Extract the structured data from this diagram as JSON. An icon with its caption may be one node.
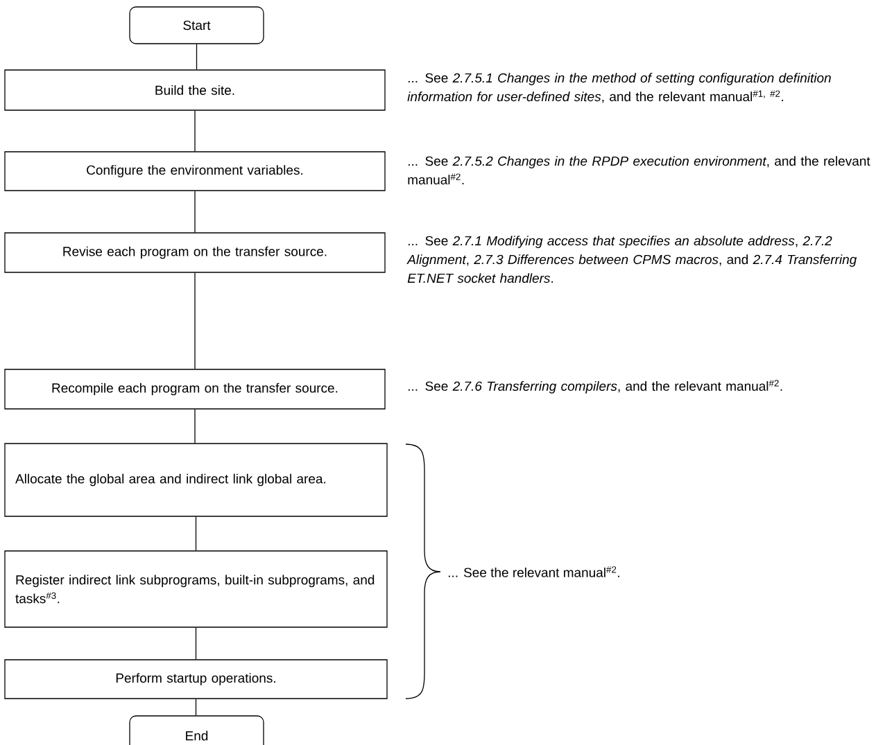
{
  "diagram": {
    "nodes": [
      {
        "text": [
          "Start"
        ]
      },
      {
        "text": [
          "Build the site."
        ],
        "beside": [
          "... See *2.7.5.1 Changes in the method of setting configuration definition information for user-defined sites*, and the relevant manual$^{#1, #2}$."
        ]
      },
      {
        "text": [
          "Configure the environment variables."
        ],
        "beside": [
          "... See *2.7.5.2 Changes in the RPDP execution environment*, and the relevant manual$^{#2}$."
        ]
      },
      {
        "text": [
          "Revise each program on the transfer source."
        ],
        "beside": [
          "... See *2.7.1 Modifying access that specifies an absolute address*, *2.7.2 Alignment*, *2.7.3 Differences between CPMS macros*, and *2.7.4 Transferring ET.NET socket handlers*."
        ]
      },
      {
        "text": [
          "Recompile each program on the transfer source."
        ],
        "beside": [
          "... See *2.7.6 Transferring compilers*, and the relevant manual$^{#2}$."
        ]
      },
      {
        "text": [
          "Allocate the global area and indirect link global area."
        ]
      },
      {
        "text": [
          "Register indirect link subprograms, built-in subprograms, and tasks$^{#3}$."
        ]
      },
      {
        "text": [
          "Perform startup operations."
        ]
      },
      {
        "text": [
          "End"
        ]
      }
    ],
    "edges": [
      {
        "from": 0,
        "to": 1,
        "arrow": "none"
      },
      {
        "from": 1,
        "to": 2,
        "arrow": "none"
      },
      {
        "from": 2,
        "to": 3,
        "arrow": "none"
      },
      {
        "from": 3,
        "to": 4,
        "arrow": "none"
      },
      {
        "from": 4,
        "to": 5,
        "arrow": "none"
      },
      {
        "from": 5,
        "to": 6,
        "arrow": "none"
      },
      {
        "from": 6,
        "to": 7,
        "arrow": "none"
      },
      {
        "from": 7,
        "to": 8,
        "arrow": "none"
      }
    ],
    "labels": [
      "... See the relevant manual$^{#2}$."
    ]
  }
}
